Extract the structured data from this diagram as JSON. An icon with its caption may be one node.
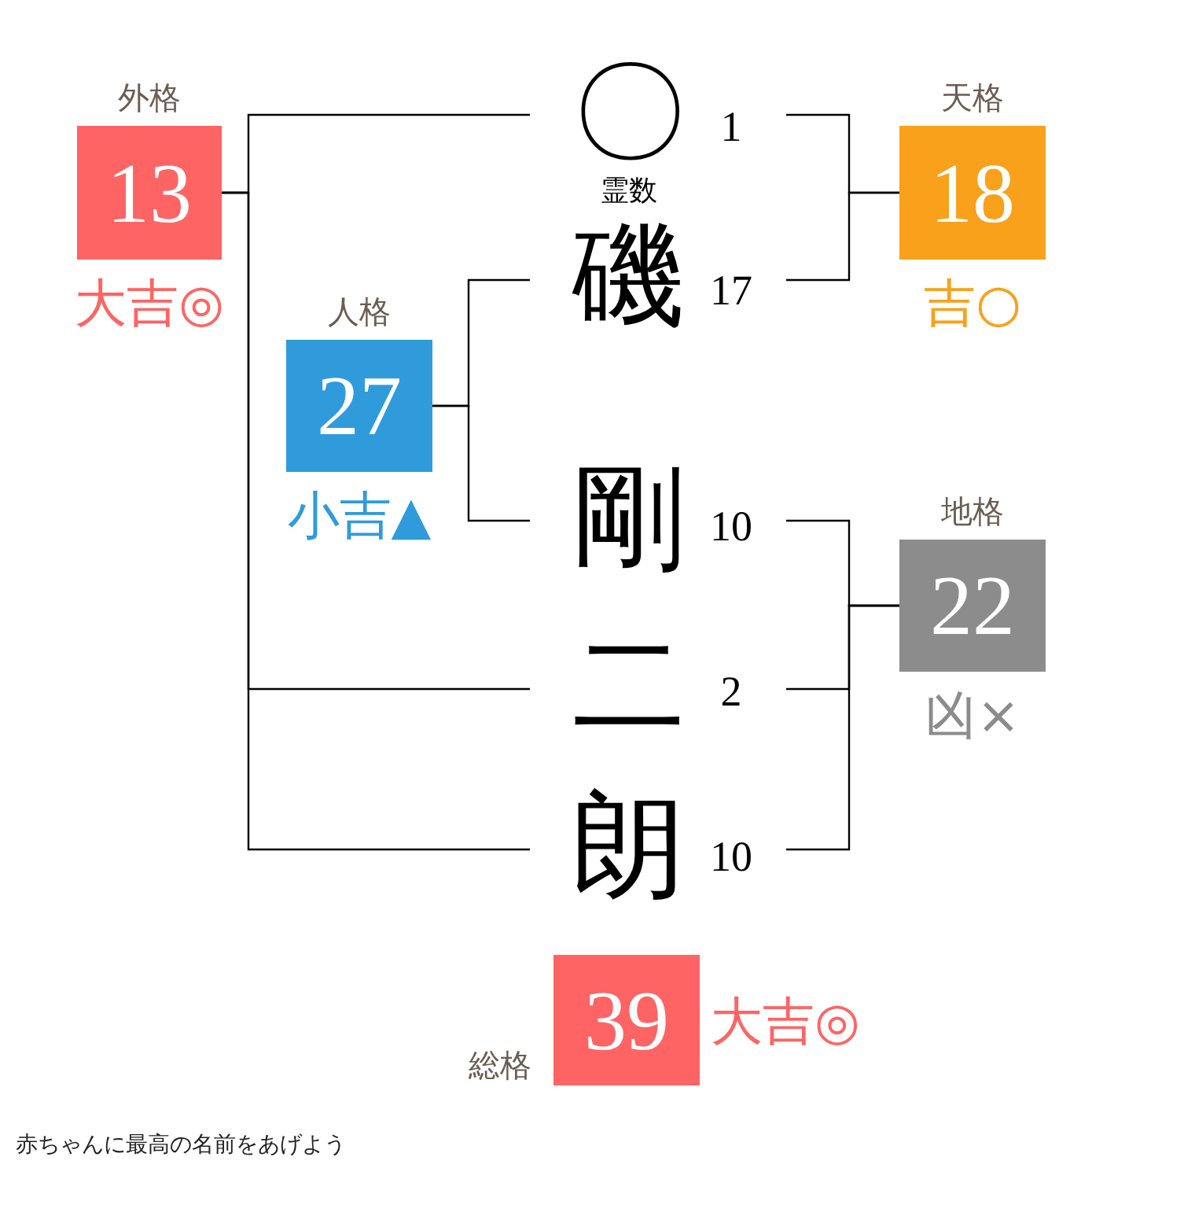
{
  "diagram": {
    "nodes": [
      {
        "text": [
          "外格",
          "13"
        ],
        "beside": [
          "大吉◎"
        ]
      },
      {
        "text": [
          "〇"
        ],
        "beside": [
          "霊数",
          "1"
        ]
      },
      {
        "text": [
          "天格",
          "18"
        ],
        "beside": [
          "吉○"
        ]
      },
      {
        "text": [
          "人格",
          "27"
        ],
        "beside": [
          "小吉▲"
        ]
      },
      {
        "text": [
          "磯"
        ],
        "beside": [
          "17"
        ]
      },
      {
        "text": [
          "剛"
        ],
        "beside": [
          "10"
        ]
      },
      {
        "text": [
          "地格",
          "22"
        ],
        "beside": [
          "凶×"
        ]
      },
      {
        "text": [
          "二"
        ],
        "beside": [
          "2"
        ]
      },
      {
        "text": [
          "朗"
        ],
        "beside": [
          "10"
        ]
      },
      {
        "text": [
          "総格",
          "39"
        ],
        "beside": [
          "大吉◎"
        ]
      }
    ],
    "edges": [
      {
        "from": 0,
        "to": 1,
        "arrow": "none"
      },
      {
        "from": 0,
        "to": 7,
        "arrow": "none"
      },
      {
        "from": 0,
        "to": 8,
        "arrow": "none"
      },
      {
        "from": 2,
        "to": 1,
        "arrow": "none"
      },
      {
        "from": 2,
        "to": 4,
        "arrow": "none"
      },
      {
        "from": 3,
        "to": 4,
        "arrow": "none"
      },
      {
        "from": 3,
        "to": 5,
        "arrow": "none"
      },
      {
        "from": 6,
        "to": 5,
        "arrow": "none"
      },
      {
        "from": 6,
        "to": 7,
        "arrow": "none"
      },
      {
        "from": 6,
        "to": 8,
        "arrow": "none"
      }
    ],
    "labels": [
      "赤ちゃんに最高の名前をあげよう"
    ]
  }
}
